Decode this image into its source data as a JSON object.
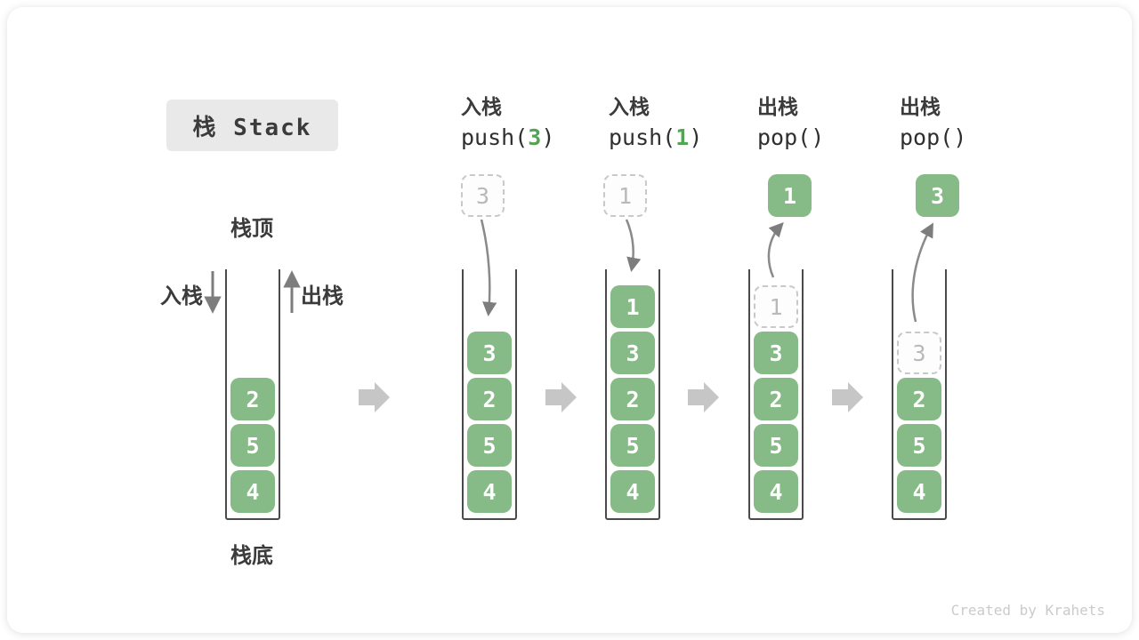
{
  "title": {
    "label": "栈 Stack"
  },
  "watermark": "Created by Krahets",
  "legend": {
    "stack_top": "栈顶",
    "stack_bottom": "栈底",
    "push_label": "入栈",
    "pop_label": "出栈"
  },
  "colors": {
    "box_green": "#86ba86",
    "arg_green": "#55a455",
    "arrow_gray": "#8a8a8a",
    "block_arrow_gray": "#c6c6c6",
    "ghost_border": "#c9c9c9",
    "ghost_text": "#b9b9b9",
    "text_dark": "#3b3b3b",
    "badge_bg": "#e9e9e9",
    "watermark": "#c9cbcd"
  },
  "columns": [
    {
      "name": "initial-stack",
      "cells": [
        {
          "v": "2"
        },
        {
          "v": "5"
        },
        {
          "v": "4"
        }
      ]
    },
    {
      "name": "after-push-3",
      "op": {
        "kind": "入栈",
        "code_pre": "push(",
        "code_arg": "3",
        "code_post": ")"
      },
      "floating": {
        "value": "3",
        "style": "ghost"
      },
      "cells": [
        {
          "v": "3"
        },
        {
          "v": "2"
        },
        {
          "v": "5"
        },
        {
          "v": "4"
        }
      ]
    },
    {
      "name": "after-push-1",
      "op": {
        "kind": "入栈",
        "code_pre": "push(",
        "code_arg": "1",
        "code_post": ")"
      },
      "floating": {
        "value": "1",
        "style": "ghost"
      },
      "cells": [
        {
          "v": "1"
        },
        {
          "v": "3"
        },
        {
          "v": "2"
        },
        {
          "v": "5"
        },
        {
          "v": "4"
        }
      ]
    },
    {
      "name": "after-pop-1",
      "op": {
        "kind": "出栈",
        "code_pre": "pop(",
        "code_arg": "",
        "code_post": ")"
      },
      "floating": {
        "value": "1",
        "style": "solid"
      },
      "cells": [
        {
          "v": "1",
          "ghost": true
        },
        {
          "v": "3"
        },
        {
          "v": "2"
        },
        {
          "v": "5"
        },
        {
          "v": "4"
        }
      ]
    },
    {
      "name": "after-pop-3",
      "op": {
        "kind": "出栈",
        "code_pre": "pop(",
        "code_arg": "",
        "code_post": ")"
      },
      "floating": {
        "value": "3",
        "style": "solid"
      },
      "cells": [
        {
          "v": "3",
          "ghost": true
        },
        {
          "v": "2"
        },
        {
          "v": "5"
        },
        {
          "v": "4"
        }
      ]
    }
  ]
}
